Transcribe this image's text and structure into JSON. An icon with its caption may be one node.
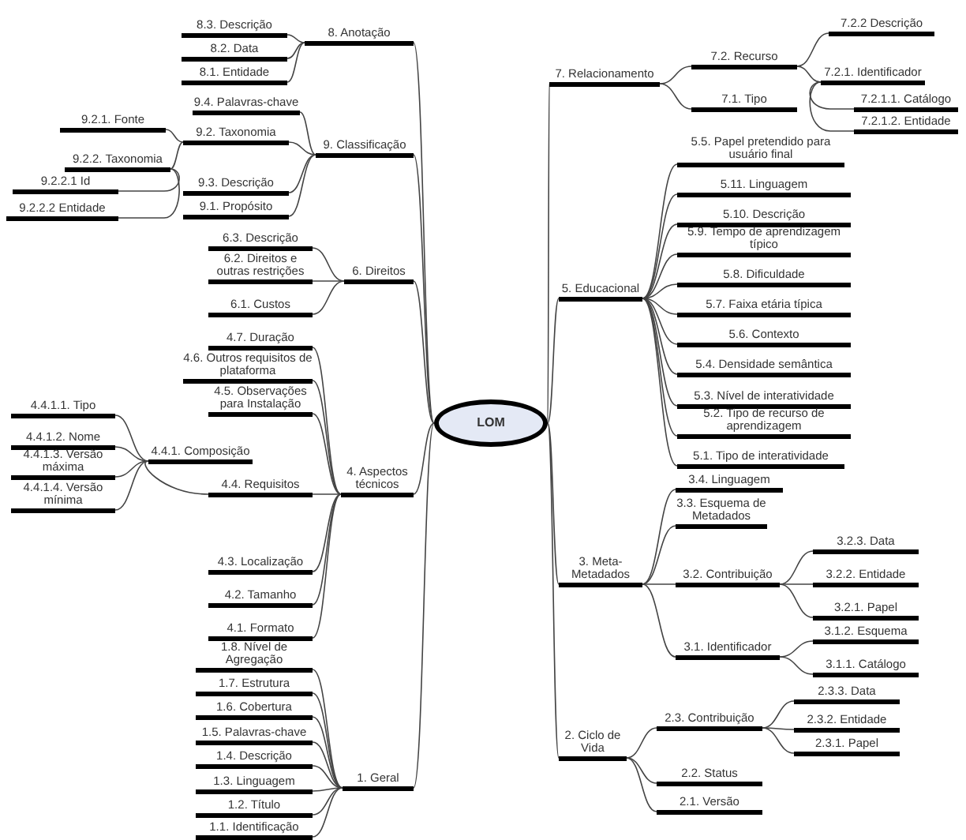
{
  "diagram": {
    "nodes": [
      {
        "text": [
          "LOM"
        ]
      },
      {
        "text": [
          "8. Anotação"
        ]
      },
      {
        "text": [
          "8.3. Descrição"
        ]
      },
      {
        "text": [
          "8.2. Data"
        ]
      },
      {
        "text": [
          "8.1. Entidade"
        ]
      },
      {
        "text": [
          "9. Classificação"
        ]
      },
      {
        "text": [
          "9.4. Palavras-chave"
        ]
      },
      {
        "text": [
          "9.2. Taxonomia"
        ]
      },
      {
        "text": [
          "9.2.1. Fonte"
        ]
      },
      {
        "text": [
          "9.2.2. Taxonomia"
        ]
      },
      {
        "text": [
          "9.2.2.1 Id"
        ]
      },
      {
        "text": [
          "9.2.2.2 Entidade"
        ]
      },
      {
        "text": [
          "9.3. Descrição"
        ]
      },
      {
        "text": [
          "9.1. Propósito"
        ]
      },
      {
        "text": [
          "6. Direitos"
        ]
      },
      {
        "text": [
          "6.3. Descrição"
        ]
      },
      {
        "text": [
          "6.2. Direitos e outras restrições"
        ]
      },
      {
        "text": [
          "6.1. Custos"
        ]
      },
      {
        "text": [
          "4. Aspectos técnicos"
        ]
      },
      {
        "text": [
          "4.7. Duração"
        ]
      },
      {
        "text": [
          "4.6. Outros requisitos de plataforma"
        ]
      },
      {
        "text": [
          "4.5. Observações para Instalação"
        ]
      },
      {
        "text": [
          "4.4.1. Composição"
        ]
      },
      {
        "text": [
          "4.4.1.1. Tipo"
        ]
      },
      {
        "text": [
          "4.4.1.2. Nome"
        ]
      },
      {
        "text": [
          "4.4.1.3. Versão máxima"
        ]
      },
      {
        "text": [
          "4.4.1.4. Versão mínima"
        ]
      },
      {
        "text": [
          "4.4. Requisitos"
        ]
      },
      {
        "text": [
          "4.3. Localização"
        ]
      },
      {
        "text": [
          "4.2. Tamanho"
        ]
      },
      {
        "text": [
          "4.1. Formato"
        ]
      },
      {
        "text": [
          "1. Geral"
        ]
      },
      {
        "text": [
          "1.8. Nível de Agregação"
        ]
      },
      {
        "text": [
          "1.7. Estrutura"
        ]
      },
      {
        "text": [
          "1.6. Cobertura"
        ]
      },
      {
        "text": [
          "1.5. Palavras-chave"
        ]
      },
      {
        "text": [
          "1.4. Descrição"
        ]
      },
      {
        "text": [
          "1.3. Linguagem"
        ]
      },
      {
        "text": [
          "1.2. Título"
        ]
      },
      {
        "text": [
          "1.1. Identificação"
        ]
      },
      {
        "text": [
          "7. Relacionamento"
        ]
      },
      {
        "text": [
          "7.2. Recurso"
        ]
      },
      {
        "text": [
          "7.2.2 Descrição"
        ]
      },
      {
        "text": [
          "7.2.1. Identificador"
        ]
      },
      {
        "text": [
          "7.2.1.1. Catálogo"
        ]
      },
      {
        "text": [
          "7.2.1.2. Entidade"
        ]
      },
      {
        "text": [
          "7.1. Tipo"
        ]
      },
      {
        "text": [
          "5. Educacional"
        ]
      },
      {
        "text": [
          "5.5. Papel pretendido para usuário final"
        ]
      },
      {
        "text": [
          "5.11. Linguagem"
        ]
      },
      {
        "text": [
          "5.10. Descrição"
        ]
      },
      {
        "text": [
          "5.9. Tempo de aprendizagem típico"
        ]
      },
      {
        "text": [
          "5.8. Dificuldade"
        ]
      },
      {
        "text": [
          "5.7. Faixa etária típica"
        ]
      },
      {
        "text": [
          "5.6. Contexto"
        ]
      },
      {
        "text": [
          "5.4. Densidade semântica"
        ]
      },
      {
        "text": [
          "5.3. Nível de interatividade"
        ]
      },
      {
        "text": [
          "5.2. Tipo de recurso de aprendizagem"
        ]
      },
      {
        "text": [
          "5.1. Tipo de interatividade"
        ]
      },
      {
        "text": [
          "3. Meta-Metadados"
        ]
      },
      {
        "text": [
          "3.4. Linguagem"
        ]
      },
      {
        "text": [
          "3.3. Esquema de Metadados"
        ]
      },
      {
        "text": [
          "3.2. Contribuição"
        ]
      },
      {
        "text": [
          "3.2.3. Data"
        ]
      },
      {
        "text": [
          "3.2.2. Entidade"
        ]
      },
      {
        "text": [
          "3.2.1. Papel"
        ]
      },
      {
        "text": [
          "3.1. Identificador"
        ]
      },
      {
        "text": [
          "3.1.2. Esquema"
        ]
      },
      {
        "text": [
          "3.1.1. Catálogo"
        ]
      },
      {
        "text": [
          "2. Ciclo de Vida"
        ]
      },
      {
        "text": [
          "2.3. Contribuição"
        ]
      },
      {
        "text": [
          "2.3.3. Data"
        ]
      },
      {
        "text": [
          "2.3.2. Entidade"
        ]
      },
      {
        "text": [
          "2.3.1. Papel"
        ]
      },
      {
        "text": [
          "2.2. Status"
        ]
      },
      {
        "text": [
          "2.1. Versão"
        ]
      }
    ],
    "edges": [
      {
        "from": 0,
        "to": 1,
        "arrow": "none"
      },
      {
        "from": 1,
        "to": 2,
        "arrow": "none"
      },
      {
        "from": 1,
        "to": 3,
        "arrow": "none"
      },
      {
        "from": 1,
        "to": 4,
        "arrow": "none"
      },
      {
        "from": 0,
        "to": 5,
        "arrow": "none"
      },
      {
        "from": 5,
        "to": 6,
        "arrow": "none"
      },
      {
        "from": 5,
        "to": 7,
        "arrow": "none"
      },
      {
        "from": 7,
        "to": 8,
        "arrow": "none"
      },
      {
        "from": 7,
        "to": 9,
        "arrow": "none"
      },
      {
        "from": 9,
        "to": 10,
        "arrow": "none"
      },
      {
        "from": 9,
        "to": 11,
        "arrow": "none"
      },
      {
        "from": 5,
        "to": 12,
        "arrow": "none"
      },
      {
        "from": 5,
        "to": 13,
        "arrow": "none"
      },
      {
        "from": 0,
        "to": 14,
        "arrow": "none"
      },
      {
        "from": 14,
        "to": 15,
        "arrow": "none"
      },
      {
        "from": 14,
        "to": 16,
        "arrow": "none"
      },
      {
        "from": 14,
        "to": 17,
        "arrow": "none"
      },
      {
        "from": 0,
        "to": 18,
        "arrow": "none"
      },
      {
        "from": 18,
        "to": 19,
        "arrow": "none"
      },
      {
        "from": 18,
        "to": 20,
        "arrow": "none"
      },
      {
        "from": 18,
        "to": 21,
        "arrow": "none"
      },
      {
        "from": 27,
        "to": 22,
        "arrow": "none"
      },
      {
        "from": 22,
        "to": 23,
        "arrow": "none"
      },
      {
        "from": 22,
        "to": 24,
        "arrow": "none"
      },
      {
        "from": 22,
        "to": 25,
        "arrow": "none"
      },
      {
        "from": 22,
        "to": 26,
        "arrow": "none"
      },
      {
        "from": 18,
        "to": 27,
        "arrow": "none"
      },
      {
        "from": 18,
        "to": 28,
        "arrow": "none"
      },
      {
        "from": 18,
        "to": 29,
        "arrow": "none"
      },
      {
        "from": 18,
        "to": 30,
        "arrow": "none"
      },
      {
        "from": 0,
        "to": 31,
        "arrow": "none"
      },
      {
        "from": 31,
        "to": 32,
        "arrow": "none"
      },
      {
        "from": 31,
        "to": 33,
        "arrow": "none"
      },
      {
        "from": 31,
        "to": 34,
        "arrow": "none"
      },
      {
        "from": 31,
        "to": 35,
        "arrow": "none"
      },
      {
        "from": 31,
        "to": 36,
        "arrow": "none"
      },
      {
        "from": 31,
        "to": 37,
        "arrow": "none"
      },
      {
        "from": 31,
        "to": 38,
        "arrow": "none"
      },
      {
        "from": 31,
        "to": 39,
        "arrow": "none"
      },
      {
        "from": 0,
        "to": 40,
        "arrow": "none"
      },
      {
        "from": 40,
        "to": 41,
        "arrow": "none"
      },
      {
        "from": 41,
        "to": 42,
        "arrow": "none"
      },
      {
        "from": 41,
        "to": 43,
        "arrow": "none"
      },
      {
        "from": 43,
        "to": 44,
        "arrow": "none"
      },
      {
        "from": 43,
        "to": 45,
        "arrow": "none"
      },
      {
        "from": 40,
        "to": 46,
        "arrow": "none"
      },
      {
        "from": 0,
        "to": 47,
        "arrow": "none"
      },
      {
        "from": 47,
        "to": 48,
        "arrow": "none"
      },
      {
        "from": 47,
        "to": 49,
        "arrow": "none"
      },
      {
        "from": 47,
        "to": 50,
        "arrow": "none"
      },
      {
        "from": 47,
        "to": 51,
        "arrow": "none"
      },
      {
        "from": 47,
        "to": 52,
        "arrow": "none"
      },
      {
        "from": 47,
        "to": 53,
        "arrow": "none"
      },
      {
        "from": 47,
        "to": 54,
        "arrow": "none"
      },
      {
        "from": 47,
        "to": 55,
        "arrow": "none"
      },
      {
        "from": 47,
        "to": 56,
        "arrow": "none"
      },
      {
        "from": 47,
        "to": 57,
        "arrow": "none"
      },
      {
        "from": 47,
        "to": 58,
        "arrow": "none"
      },
      {
        "from": 0,
        "to": 59,
        "arrow": "none"
      },
      {
        "from": 59,
        "to": 60,
        "arrow": "none"
      },
      {
        "from": 59,
        "to": 61,
        "arrow": "none"
      },
      {
        "from": 59,
        "to": 62,
        "arrow": "none"
      },
      {
        "from": 62,
        "to": 63,
        "arrow": "none"
      },
      {
        "from": 62,
        "to": 64,
        "arrow": "none"
      },
      {
        "from": 62,
        "to": 65,
        "arrow": "none"
      },
      {
        "from": 59,
        "to": 66,
        "arrow": "none"
      },
      {
        "from": 66,
        "to": 67,
        "arrow": "none"
      },
      {
        "from": 66,
        "to": 68,
        "arrow": "none"
      },
      {
        "from": 0,
        "to": 69,
        "arrow": "none"
      },
      {
        "from": 69,
        "to": 70,
        "arrow": "none"
      },
      {
        "from": 70,
        "to": 71,
        "arrow": "none"
      },
      {
        "from": 70,
        "to": 72,
        "arrow": "none"
      },
      {
        "from": 70,
        "to": 73,
        "arrow": "none"
      },
      {
        "from": 69,
        "to": 74,
        "arrow": "none"
      },
      {
        "from": 69,
        "to": 75,
        "arrow": "none"
      }
    ]
  }
}
